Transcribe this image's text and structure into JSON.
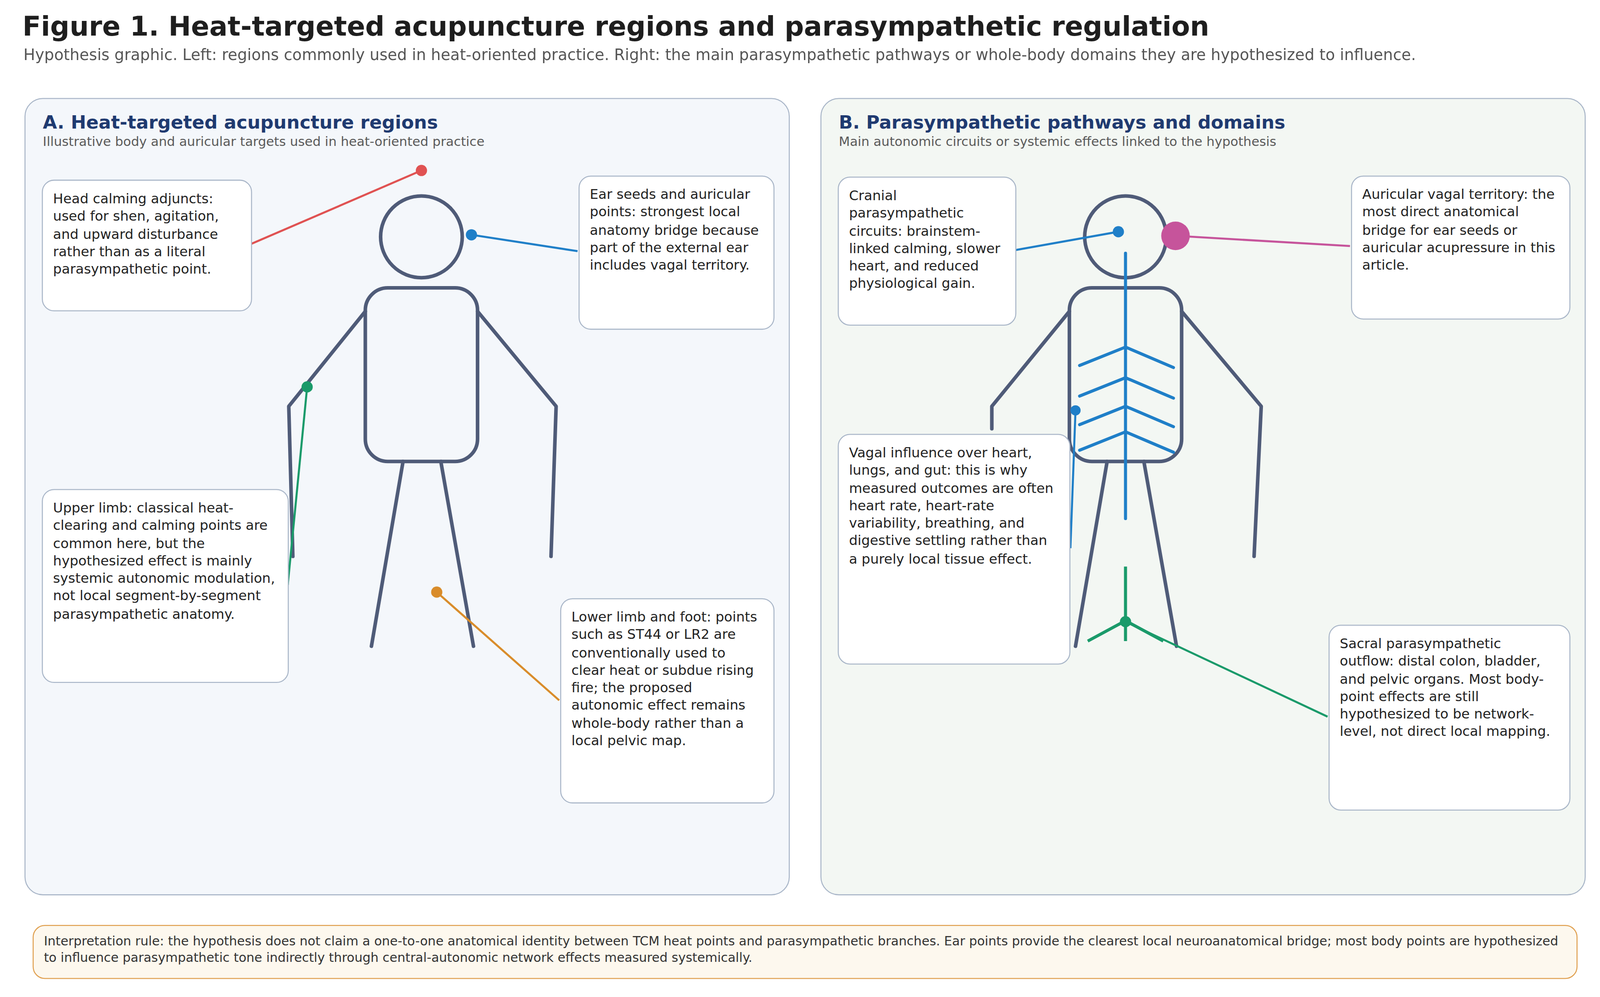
{
  "diagram": {
    "title": "Figure 1. Heat-targeted acupuncture regions and parasympathetic regulation",
    "caption": "Hypothesis graphic. Left: regions commonly used in heat-oriented practice. Right: the main parasympathetic pathways or whole-body domains they are hypothesized to influence.",
    "nodes": [
      {
        "text": [
          "A. Heat-targeted acupuncture regions",
          "Illustrative body and auricular targets used in heat-oriented practice"
        ]
      },
      {
        "text": [
          "Head calming adjuncts: used for shen, agitation, and upward disturbance rather than as a literal parasympathetic point."
        ],
        "in": 0
      },
      {
        "text": [
          "Ear seeds and auricular points: strongest local anatomy bridge because part of the external ear includes vagal territory."
        ],
        "in": 0
      },
      {
        "text": [
          "Upper limb: classical heat-clearing and calming points are common here, but the hypothesized effect is mainly systemic autonomic modulation, not local segment-by-segment parasympathetic anatomy."
        ],
        "in": 0
      },
      {
        "text": [
          "Lower limb and foot: points such as ST44 or LR2 are conventionally used to clear heat or subdue rising fire; the proposed autonomic effect remains whole-body rather than a local pelvic map."
        ],
        "in": 0
      },
      {
        "text": [
          "B. Parasympathetic pathways and domains",
          "Main autonomic circuits or systemic effects linked to the hypothesis"
        ]
      },
      {
        "text": [
          "Cranial parasympathetic circuits: brainstem-linked calming, slower heart, and reduced physiological gain."
        ],
        "in": 5
      },
      {
        "text": [
          "Auricular vagal territory: the most direct anatomical bridge for ear seeds or auricular acupressure in this article."
        ],
        "in": 5
      },
      {
        "text": [
          "Vagal influence over heart, lungs, and gut: this is why measured outcomes are often heart rate, heart-rate variability, breathing, and digestive settling rather than a purely local tissue effect."
        ],
        "in": 5
      },
      {
        "text": [
          "Sacral parasympathetic outflow: distal colon, bladder, and pelvic organs. Most body-point effects are still hypothesized to be network-level, not direct local mapping."
        ],
        "in": 5
      },
      {
        "text": [
          "Interpretation rule: the hypothesis does not claim a one-to-one anatomical identity between TCM heat points and parasympathetic branches. Ear points provide the clearest local neuroanatomical bridge; most body points are hypothesized to influence parasympathetic tone indirectly through central-autonomic network effects measured systemically."
        ]
      }
    ]
  }
}
